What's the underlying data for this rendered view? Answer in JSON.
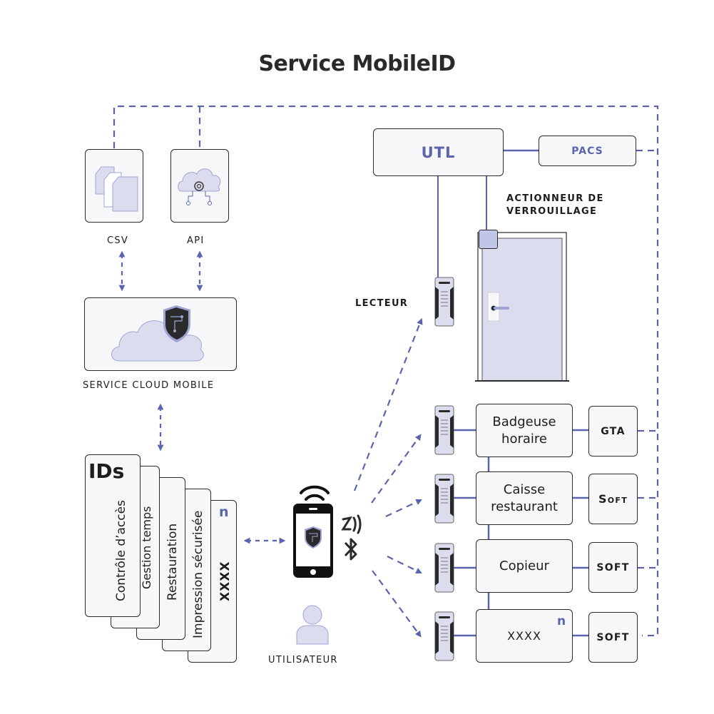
{
  "title": "Service MobileID",
  "colors": {
    "accent": "#5a64ad",
    "light_fill": "#dcdcef",
    "box_fill": "#f7f7fa",
    "outline": "#2b2b2b",
    "text": "#1d1d1d"
  },
  "sources": [
    {
      "label": "CSV",
      "icon": "documents-icon"
    },
    {
      "label": "API",
      "icon": "cloud-gear-icon"
    }
  ],
  "cloud_service": {
    "label": "SERVICE CLOUD MOBILE",
    "icon": "cloud-shield-icon"
  },
  "ids": {
    "title": "IDs",
    "cards": [
      "Contrôle  d’accès",
      "Gestion temps",
      "Restauration",
      "Impression sécurisée",
      "XXXX"
    ],
    "n_marker": "n"
  },
  "user": {
    "label": "UTILISATEUR",
    "phone_icon": "smartphone-icon",
    "wireless_icons": [
      "wifi-icon",
      "nfc-icon",
      "bluetooth-icon"
    ]
  },
  "access": {
    "utl": "UTL",
    "pacs": "PACS",
    "actuator_label_line1": "ACTIONNEUR DE",
    "actuator_label_line2": "VERROUILLAGE",
    "reader_label": "LECTEUR"
  },
  "devices": [
    {
      "name_line1": "Badgeuse",
      "name_line2": "horaire",
      "software": "GTA"
    },
    {
      "name_line1": "Caisse",
      "name_line2": "restaurant",
      "software": "Soft"
    },
    {
      "name_line1": "Copieur",
      "name_line2": "",
      "software": "SOFT"
    },
    {
      "name_line1": "XXXX",
      "name_line2": "",
      "software": "SOFT",
      "n_marker": "n"
    }
  ]
}
